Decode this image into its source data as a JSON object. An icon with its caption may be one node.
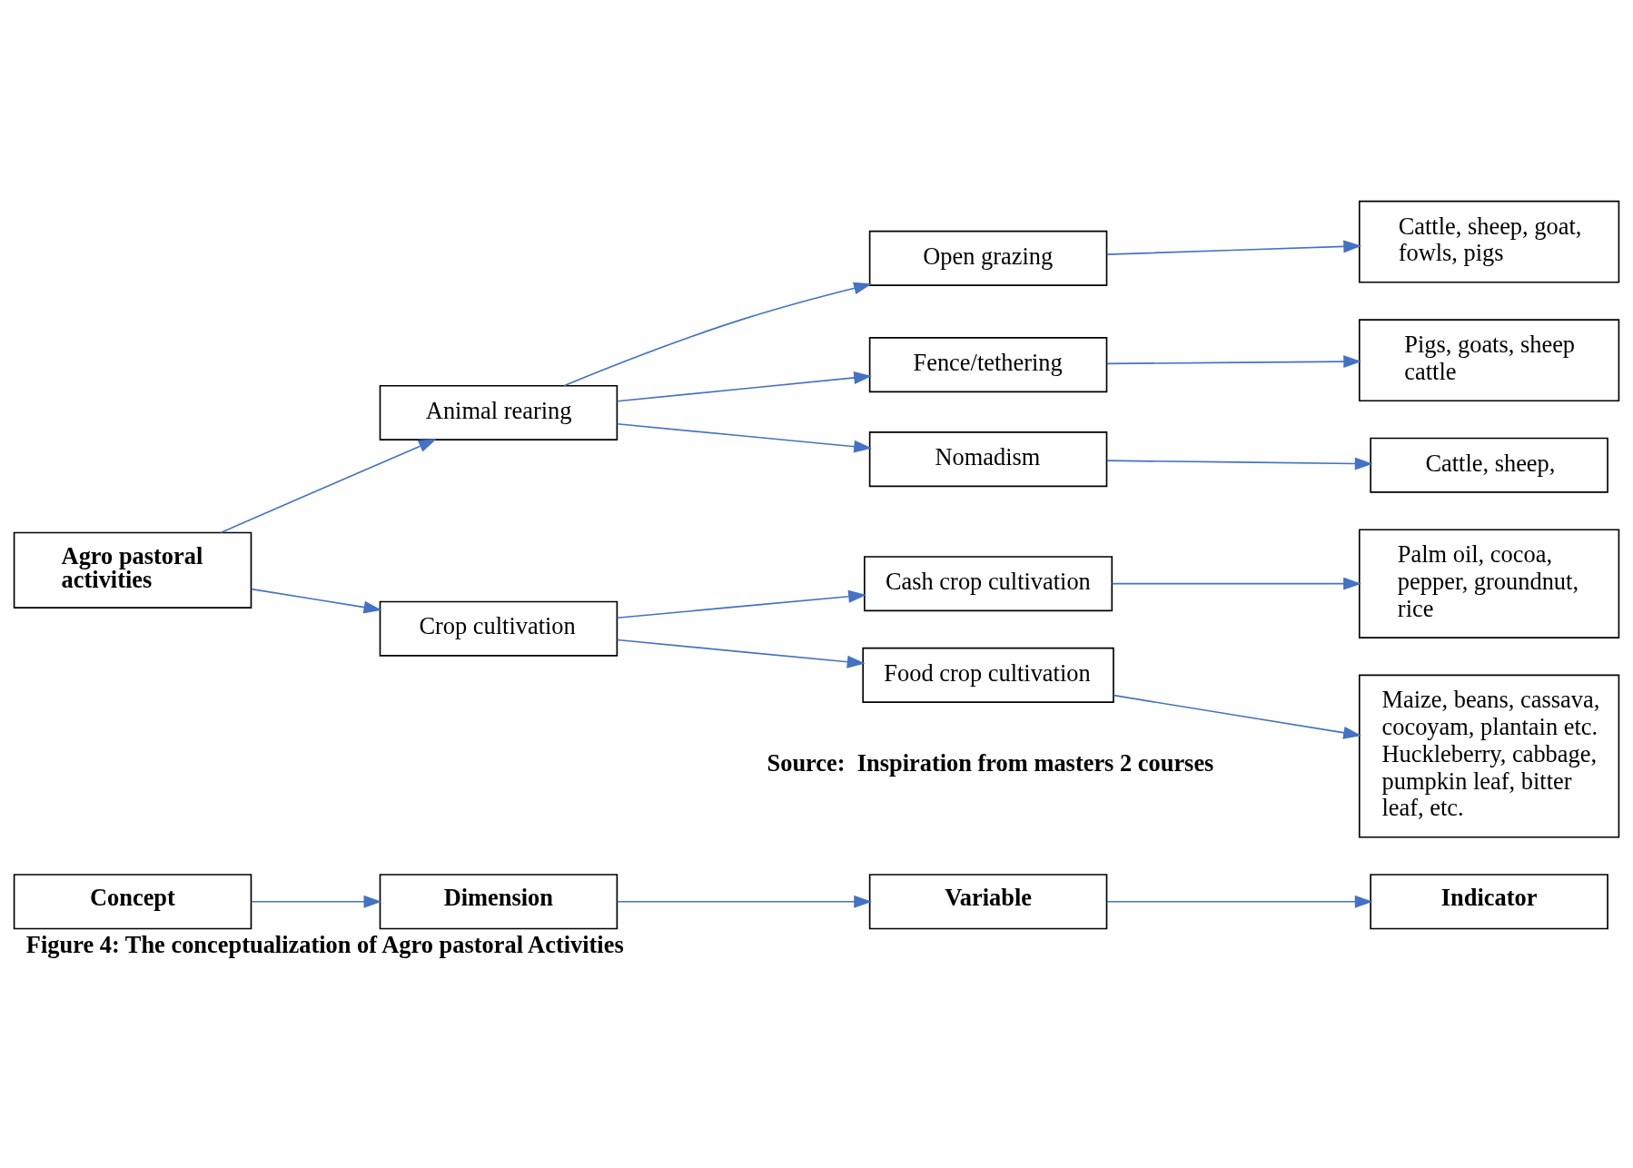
{
  "diagram": {
    "caption": "Figure 4: The conceptualization of Agro pastoral Activities",
    "nodes": [
      {
        "text": [
          "Concept"
        ]
      },
      {
        "text": [
          "Dimension"
        ]
      },
      {
        "text": [
          "Variable"
        ]
      },
      {
        "text": [
          "Indicator"
        ]
      },
      {
        "text": [
          "Agro pastoral activities"
        ]
      },
      {
        "text": [
          "Animal rearing"
        ]
      },
      {
        "text": [
          "Crop cultivation"
        ]
      },
      {
        "text": [
          "Open grazing"
        ]
      },
      {
        "text": [
          "Fence/tethering"
        ]
      },
      {
        "text": [
          "Nomadism"
        ]
      },
      {
        "text": [
          "Cash crop cultivation"
        ]
      },
      {
        "text": [
          "Food crop cultivation"
        ]
      },
      {
        "text": [
          "Cattle, sheep, goat, fowls, pigs"
        ]
      },
      {
        "text": [
          "Pigs, goats, sheep cattle"
        ]
      },
      {
        "text": [
          "Cattle, sheep,"
        ]
      },
      {
        "text": [
          "Palm oil, cocoa, pepper, groundnut, rice"
        ]
      },
      {
        "text": [
          "Maize, beans, cassava, cocoyam, plantain etc. Huckleberry, cabbage, pumpkin leaf, bitter leaf, etc."
        ]
      }
    ],
    "edges": [
      {
        "from": 0,
        "to": 1,
        "arrow": "to"
      },
      {
        "from": 1,
        "to": 2,
        "arrow": "to"
      },
      {
        "from": 2,
        "to": 3,
        "arrow": "to"
      },
      {
        "from": 4,
        "to": 5,
        "arrow": "to"
      },
      {
        "from": 4,
        "to": 6,
        "arrow": "to"
      },
      {
        "from": 5,
        "to": 7,
        "arrow": "to"
      },
      {
        "from": 5,
        "to": 8,
        "arrow": "to"
      },
      {
        "from": 5,
        "to": 9,
        "arrow": "to"
      },
      {
        "from": 7,
        "to": 12,
        "arrow": "to"
      },
      {
        "from": 8,
        "to": 13,
        "arrow": "to"
      },
      {
        "from": 9,
        "to": 14,
        "arrow": "to"
      },
      {
        "from": 6,
        "to": 10,
        "arrow": "to"
      },
      {
        "from": 6,
        "to": 11,
        "arrow": "to"
      },
      {
        "from": 10,
        "to": 15,
        "arrow": "to"
      },
      {
        "from": 11,
        "to": 16,
        "arrow": "to"
      }
    ],
    "labels": [
      "Source:  Inspiration from masters 2 courses"
    ]
  }
}
